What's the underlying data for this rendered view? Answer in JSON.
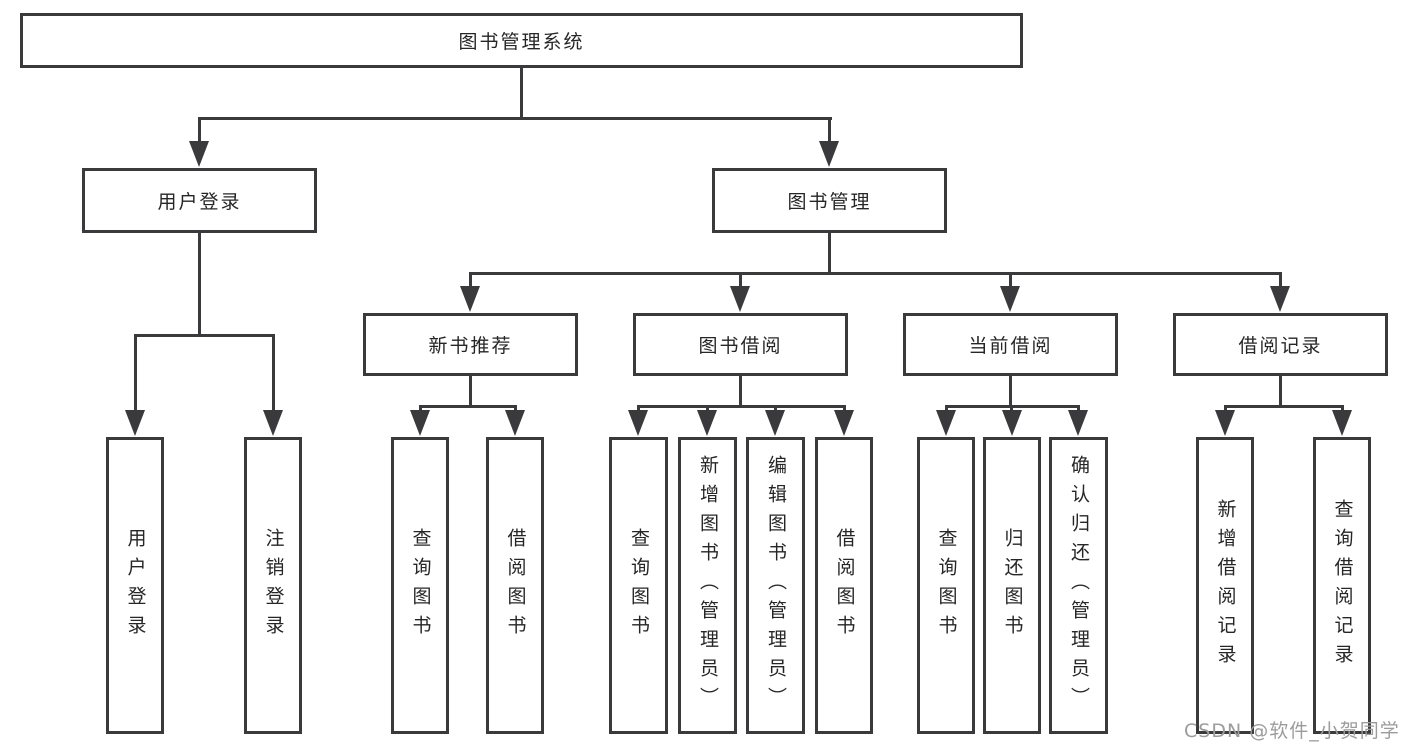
{
  "colors": {
    "line": "#3a3a3c",
    "text": "#262626",
    "watermark": "#9c9c9c",
    "background": "#ffffff"
  },
  "tree": {
    "root": {
      "label": "图书管理系统"
    },
    "branches": [
      {
        "label": "用户登录",
        "children": [
          "用户登录",
          "注销登录"
        ]
      },
      {
        "label": "图书管理",
        "children": [
          {
            "label": "新书推荐",
            "children": [
              "查询图书",
              "借阅图书"
            ]
          },
          {
            "label": "图书借阅",
            "children": [
              "查询图书",
              "新增图书（管理员）",
              "编辑图书（管理员）",
              "借阅图书"
            ]
          },
          {
            "label": "当前借阅",
            "children": [
              "查询图书",
              "归还图书",
              "确认归还（管理员）"
            ]
          },
          {
            "label": "借阅记录",
            "children": [
              "新增借阅记录",
              "查询借阅记录"
            ]
          }
        ]
      }
    ]
  },
  "watermark": {
    "text": "CSDN @软件_小贺同学"
  }
}
